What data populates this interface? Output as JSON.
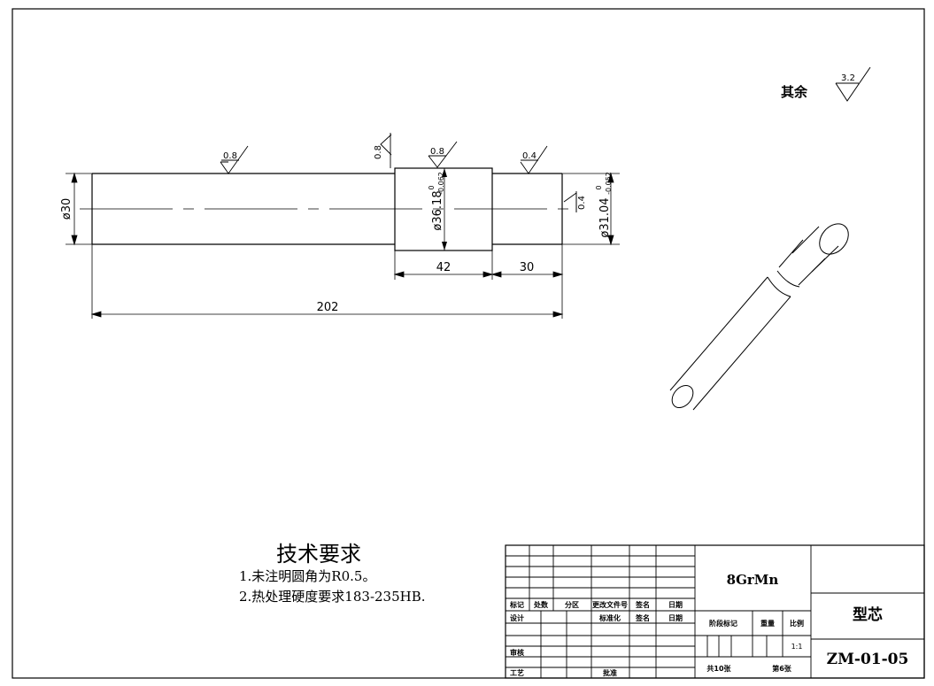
{
  "rest_roughness": {
    "label": "其余",
    "value": "3.2"
  },
  "roughness_marks": {
    "r1": "0.8",
    "r2": "0.8",
    "r3": "0.8",
    "r4": "0.4",
    "r5": "0.4"
  },
  "dimensions": {
    "d_left": "ø30",
    "d_middle": "ø36.18",
    "d_middle_upper": "0",
    "d_middle_lower": "-0.062",
    "d_right": "ø31.04",
    "d_right_upper": "0",
    "d_right_lower": "-0.052",
    "len_middle": "42",
    "len_right": "30",
    "len_total": "202"
  },
  "tech_requirements": {
    "title": "技术要求",
    "items": [
      "1.未注明圆角为R0.5。",
      "2.热处理硬度要求183-235HB."
    ]
  },
  "title_block": {
    "material": "8GrMn",
    "part_name": "型芯",
    "drawing_no": "ZM-01-05",
    "h_biaoji": "标记",
    "h_chushu": "处数",
    "h_fenqu": "分区",
    "h_wenjian": "更改文件号",
    "h_qianming": "签名",
    "h_riqi": "日期",
    "sheji": "设计",
    "biaozhunhua": "标准化",
    "qianming2": "签名",
    "riqi2": "日期",
    "jieduan": "阶段标记",
    "zhongliang": "重量",
    "bili": "比例",
    "scale": "1:1",
    "shenhe": "审核",
    "gongyi": "工艺",
    "pizhun": "批准",
    "total_sheets": "共10张",
    "sheet_no": "第6张"
  }
}
